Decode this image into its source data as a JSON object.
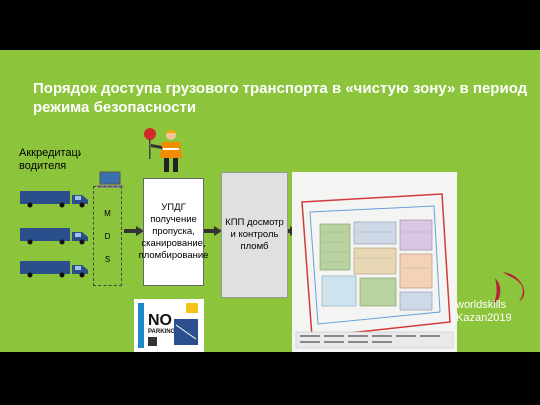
{
  "title": "Порядок доступа грузового транспорта в «чистую зону» в период режима безопасности",
  "accreditation_label": "Аккредитация водителя",
  "mds_letters": [
    "M",
    "D",
    "S"
  ],
  "updg_text": "УПДГ получение пропуска, сканирование, пломбирование",
  "kpp_text": "КПП досмотр и контроль пломб",
  "sign": {
    "no": "NO",
    "parking": "PARKING"
  },
  "logo": {
    "line1": "worldskills",
    "line2": "Kazan2019"
  },
  "colors": {
    "background": "#8cc43c",
    "logo": "#b5243a"
  }
}
